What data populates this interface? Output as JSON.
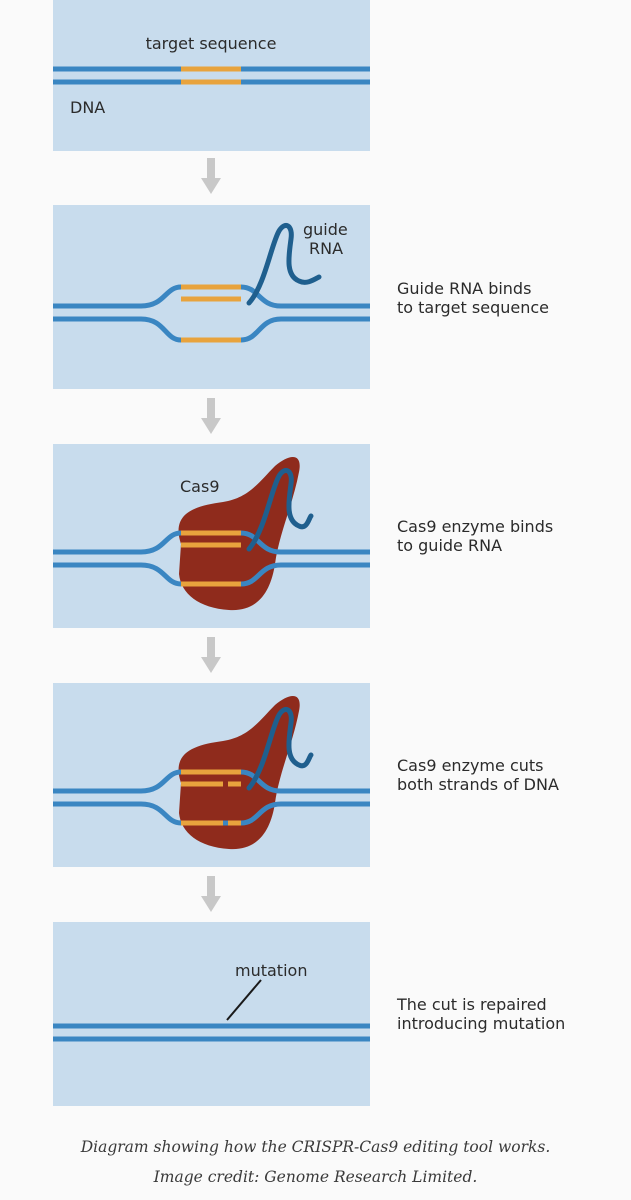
{
  "colors": {
    "panel_bg": "#c8dced",
    "dna_strand": "#3a86c2",
    "target_sequence": "#e8a33d",
    "guide_rna": "#1f5f8e",
    "cas9": "#8f2b1c",
    "mutation": "#c0392b",
    "arrow": "#c8c8c8"
  },
  "panel1": {
    "label_target": "target sequence",
    "label_dna": "DNA"
  },
  "panel2": {
    "label_guide_1": "guide",
    "label_guide_2": "RNA"
  },
  "panel3": {
    "label_cas9": "Cas9"
  },
  "panel5": {
    "label_mutation": "mutation"
  },
  "steps": [
    {
      "line1": "Guide RNA binds",
      "line2": "to target sequence"
    },
    {
      "line1": "Cas9 enzyme binds",
      "line2": "to guide RNA"
    },
    {
      "line1": "Cas9 enzyme cuts",
      "line2": "both strands of DNA"
    },
    {
      "line1": "The cut is repaired",
      "line2": "introducing mutation"
    }
  ],
  "caption": {
    "line1": "Diagram showing how the CRISPR-Cas9 editing tool works.",
    "line2": "Image credit: Genome Research Limited."
  }
}
